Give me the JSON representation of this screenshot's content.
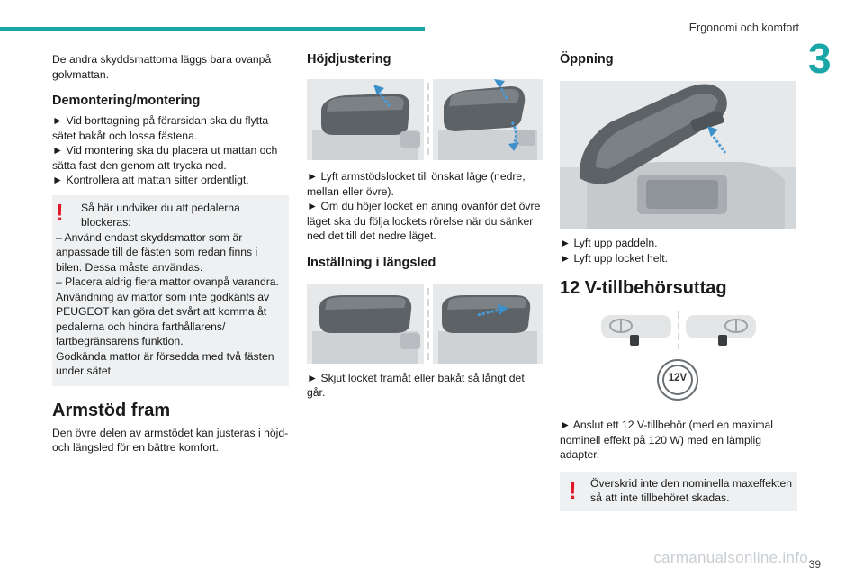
{
  "header": {
    "section": "Ergonomi och komfort",
    "chapter": "3"
  },
  "col1": {
    "intro": "De andra skyddsmattorna läggs bara ovanpå golvmattan.",
    "h_demontering": "Demontering/montering",
    "steps": [
      "► Vid borttagning på förarsidan ska du flytta sätet bakåt och lossa fästena.",
      "► Vid montering ska du placera ut mattan och sätta fast den genom att trycka ned.",
      "► Kontrollera att mattan sitter ordentligt."
    ],
    "warning": [
      "Så här undviker du att pedalerna blockeras:",
      "– Använd endast skyddsmattor som är anpassade till de fästen som redan finns i bilen. Dessa måste användas.",
      "– Placera aldrig flera mattor ovanpå varandra.",
      "Användning av mattor som inte godkänts av PEUGEOT kan göra det svårt att komma åt pedalerna och hindra farthållarens/ fartbegränsarens funktion.",
      "Godkända mattor är försedda med två fästen under sätet."
    ],
    "h_armstod": "Armstöd fram",
    "armstod_text": "Den övre delen av armstödet kan justeras i höjd- och längsled för en bättre komfort."
  },
  "col2": {
    "h_hojd": "Höjdjustering",
    "hojd_text": [
      "► Lyft armstödslocket till önskat läge (nedre, mellan eller övre).",
      "► Om du höjer locket en aning ovanför det övre läget ska du följa lockets rörelse när du sänker ned det till det nedre läget."
    ],
    "h_langs": "Inställning i längsled",
    "langs_text": "► Skjut locket framåt eller bakåt så långt det går."
  },
  "col3": {
    "h_oppning": "Öppning",
    "oppning_text": [
      "► Lyft upp paddeln.",
      "► Lyft upp locket helt."
    ],
    "h_12v": "12 V-tillbehörsuttag",
    "socket_label": "12V",
    "v12_text": "► Anslut ett 12 V-tillbehör (med en maximal nominell effekt på 120 W) med en lämplig adapter.",
    "warning": "Överskrid inte den nominella maxeffekten så att inte tillbehöret skadas."
  },
  "footer": {
    "page": "39",
    "watermark": "carmanualsonline.info"
  },
  "colors": {
    "accent": "#1aa6a6",
    "warning": "#e2182a",
    "note_bg": "#eef0f2"
  }
}
